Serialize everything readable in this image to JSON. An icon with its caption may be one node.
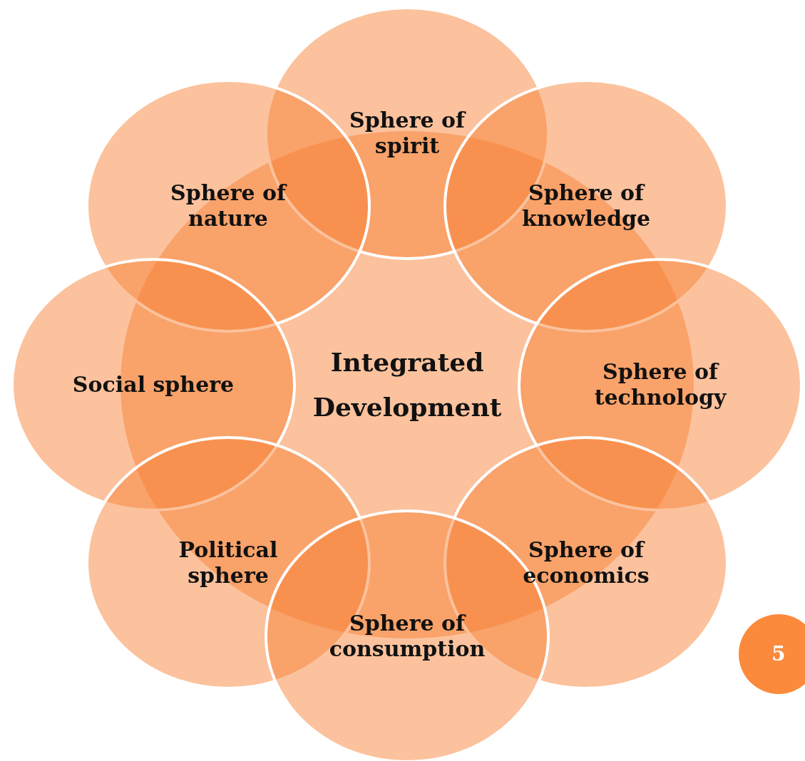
{
  "diagram": {
    "nodes": [
      {
        "text": [
          "Sphere of spirit"
        ]
      },
      {
        "text": [
          "Sphere of nature"
        ]
      },
      {
        "text": [
          "Sphere of knowledge"
        ]
      },
      {
        "text": [
          "Integrated Development"
        ]
      },
      {
        "text": [
          "Social sphere"
        ]
      },
      {
        "text": [
          "Sphere of technology"
        ]
      },
      {
        "text": [
          "Political sphere"
        ]
      },
      {
        "text": [
          "Sphere of economics"
        ]
      },
      {
        "text": [
          "Sphere of consumption"
        ]
      },
      {
        "text": [
          "5"
        ]
      }
    ]
  }
}
